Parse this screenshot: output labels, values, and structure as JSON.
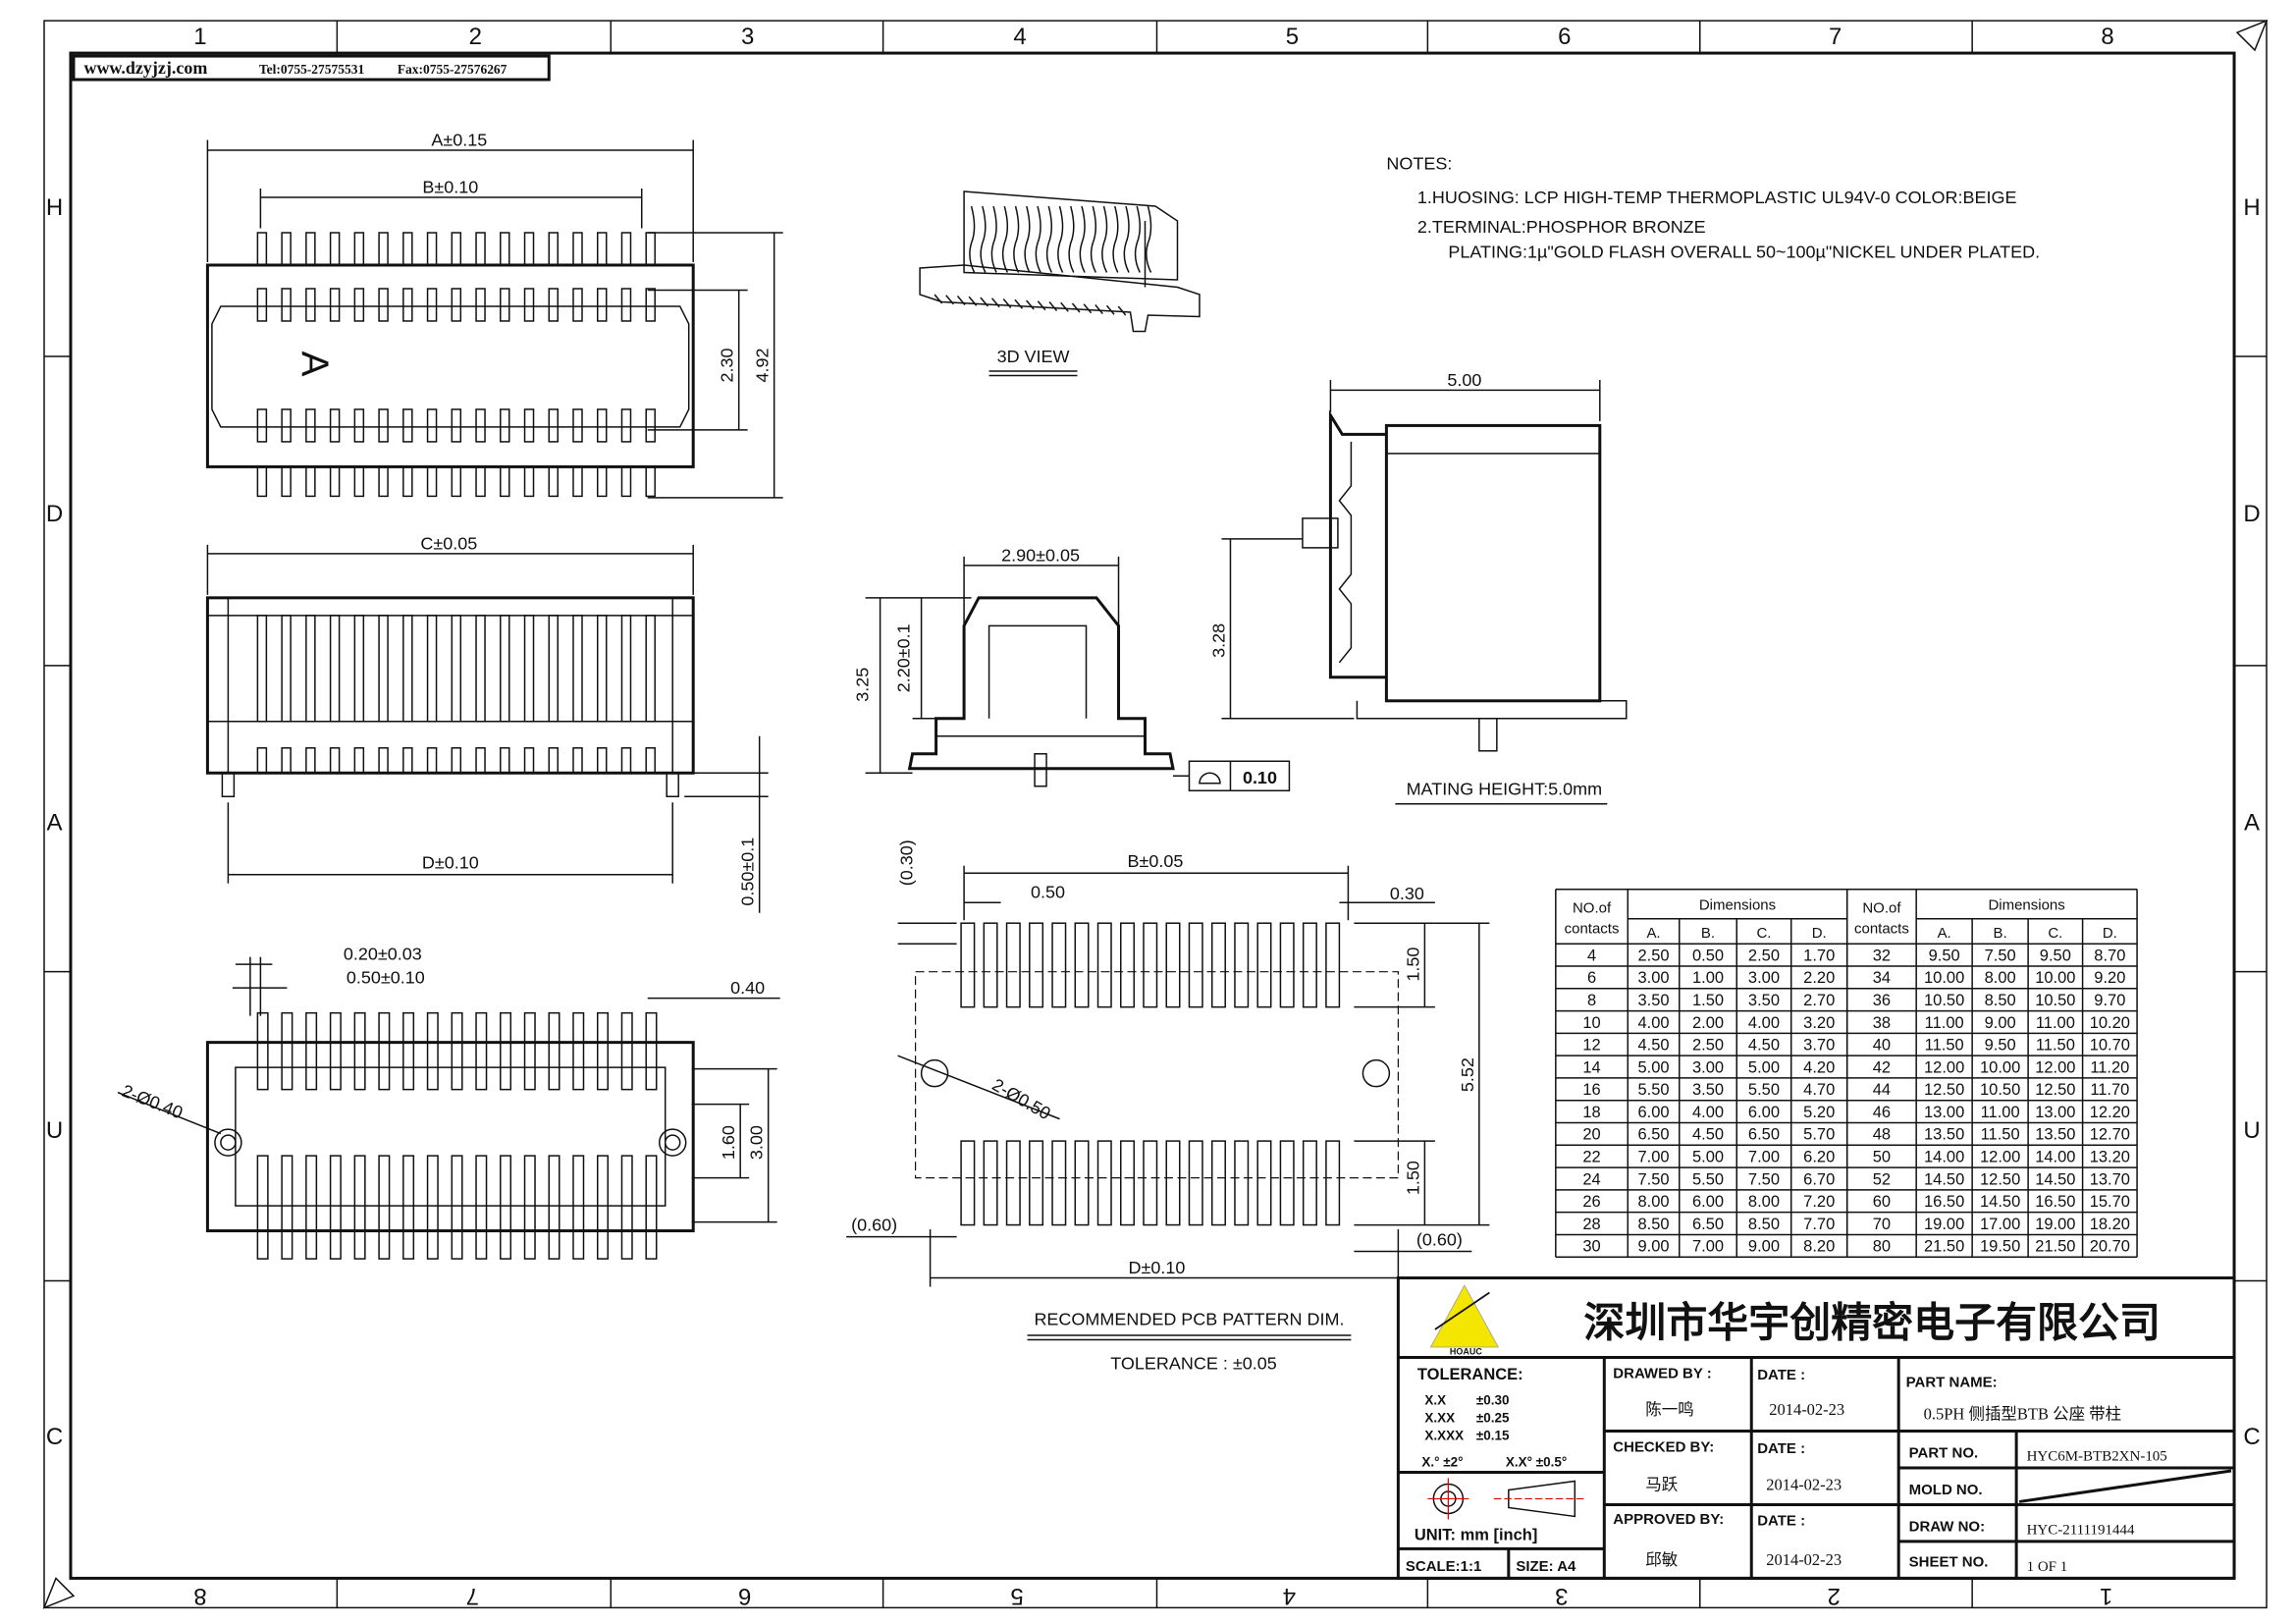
{
  "header": {
    "website": "www.dzyjzj.com",
    "tel": "Tel:0755-27575531",
    "fax": "Fax:0755-27576267"
  },
  "frame": {
    "columns_top": [
      "1",
      "2",
      "3",
      "4",
      "5",
      "6",
      "7",
      "8"
    ],
    "columns_bottom": [
      "8",
      "7",
      "6",
      "5",
      "4",
      "3",
      "2",
      "1"
    ],
    "rows": [
      "H",
      "D",
      "A",
      "U",
      "C"
    ]
  },
  "notes": {
    "title": "NOTES:",
    "line1": "1.HUOSING: LCP HIGH-TEMP THERMOPLASTIC UL94V-0   COLOR:BEIGE",
    "line2": "2.TERMINAL:PHOSPHOR BRONZE",
    "line3": "PLATING:1µ\"GOLD FLASH  OVERALL 50~100µ\"NICKEL UNDER PLATED."
  },
  "top_view": {
    "dim_a": "A±0.15",
    "dim_b": "B±0.10",
    "dim_230": "2.30",
    "dim_492": "4.92",
    "marker": "A"
  },
  "front_view": {
    "dim_c": "C±0.05",
    "dim_d": "D±0.10",
    "dim_050": "0.50±0.1"
  },
  "bottom_view": {
    "dim_020": "0.20±0.03",
    "dim_050": "0.50±0.10",
    "dim_040": "0.40",
    "hole": "2-Ø0.40",
    "dim_160": "1.60",
    "dim_300": "3.00"
  },
  "iso_view": {
    "label": "3D  VIEW"
  },
  "section_view": {
    "dim_290": "2.90±0.05",
    "dim_325": "3.25",
    "dim_220": "2.20±0.1",
    "flatness": "0.10"
  },
  "side_view": {
    "dim_500": "5.00",
    "dim_328": "3.28",
    "mating": "MATING HEIGHT:5.0mm"
  },
  "pcb_pattern": {
    "dim_030p": "(0.30)",
    "dim_b": "B±0.05",
    "dim_050": "0.50",
    "dim_030": "0.30",
    "dim_150a": "1.50",
    "dim_552": "5.52",
    "hole": "2-Ø0.50",
    "dim_150b": "1.50",
    "dim_060l": "(0.60)",
    "dim_060r": "(0.60)",
    "dim_d": "D±0.10",
    "title": "RECOMMENDED PCB PATTERN DIM.",
    "tolerance": "TOLERANCE : ±0.05"
  },
  "dim_table": {
    "h_contacts": [
      "NO.of",
      "contacts"
    ],
    "h_dimensions": "Dimensions",
    "cols": [
      "A.",
      "B.",
      "C.",
      "D."
    ],
    "left": [
      [
        "4",
        "2.50",
        "0.50",
        "2.50",
        "1.70"
      ],
      [
        "6",
        "3.00",
        "1.00",
        "3.00",
        "2.20"
      ],
      [
        "8",
        "3.50",
        "1.50",
        "3.50",
        "2.70"
      ],
      [
        "10",
        "4.00",
        "2.00",
        "4.00",
        "3.20"
      ],
      [
        "12",
        "4.50",
        "2.50",
        "4.50",
        "3.70"
      ],
      [
        "14",
        "5.00",
        "3.00",
        "5.00",
        "4.20"
      ],
      [
        "16",
        "5.50",
        "3.50",
        "5.50",
        "4.70"
      ],
      [
        "18",
        "6.00",
        "4.00",
        "6.00",
        "5.20"
      ],
      [
        "20",
        "6.50",
        "4.50",
        "6.50",
        "5.70"
      ],
      [
        "22",
        "7.00",
        "5.00",
        "7.00",
        "6.20"
      ],
      [
        "24",
        "7.50",
        "5.50",
        "7.50",
        "6.70"
      ],
      [
        "26",
        "8.00",
        "6.00",
        "8.00",
        "7.20"
      ],
      [
        "28",
        "8.50",
        "6.50",
        "8.50",
        "7.70"
      ],
      [
        "30",
        "9.00",
        "7.00",
        "9.00",
        "8.20"
      ]
    ],
    "right": [
      [
        "32",
        "9.50",
        "7.50",
        "9.50",
        "8.70"
      ],
      [
        "34",
        "10.00",
        "8.00",
        "10.00",
        "9.20"
      ],
      [
        "36",
        "10.50",
        "8.50",
        "10.50",
        "9.70"
      ],
      [
        "38",
        "11.00",
        "9.00",
        "11.00",
        "10.20"
      ],
      [
        "40",
        "11.50",
        "9.50",
        "11.50",
        "10.70"
      ],
      [
        "42",
        "12.00",
        "10.00",
        "12.00",
        "11.20"
      ],
      [
        "44",
        "12.50",
        "10.50",
        "12.50",
        "11.70"
      ],
      [
        "46",
        "13.00",
        "11.00",
        "13.00",
        "12.20"
      ],
      [
        "48",
        "13.50",
        "11.50",
        "13.50",
        "12.70"
      ],
      [
        "50",
        "14.00",
        "12.00",
        "14.00",
        "13.20"
      ],
      [
        "52",
        "14.50",
        "12.50",
        "14.50",
        "13.70"
      ],
      [
        "60",
        "16.50",
        "14.50",
        "16.50",
        "15.70"
      ],
      [
        "70",
        "19.00",
        "17.00",
        "19.00",
        "18.20"
      ],
      [
        "80",
        "21.50",
        "19.50",
        "21.50",
        "20.70"
      ]
    ]
  },
  "title_block": {
    "logo_text": "HOAUC",
    "logo_color": "#f5e600",
    "company": "深圳市华宇创精密电子有限公司",
    "tolerance_label": "TOLERANCE:",
    "tol_x": "X.X",
    "tol_x_val": "±0.30",
    "tol_xx": "X.XX",
    "tol_xx_val": "±0.25",
    "tol_xxx": "X.XXX",
    "tol_xxx_val": "±0.15",
    "tol_ang1": "X.°  ±2°",
    "tol_ang2": "X.X°  ±0.5°",
    "unit": "UNIT:  mm  [inch]",
    "scale": "SCALE:1:1",
    "size": "SIZE: A4",
    "drawed_by_label": "DRAWED  BY :",
    "drawed_by": "陈一鸣",
    "checked_by_label": "CHECKED  BY:",
    "checked_by": "马跃",
    "approved_by_label": "APPROVED  BY:",
    "approved_by": "邱敏",
    "date_label": "DATE  :",
    "date1": "2014-02-23",
    "date2": "2014-02-23",
    "date3": "2014-02-23",
    "part_name_label": "PART  NAME:",
    "part_name": "0.5PH 侧插型BTB 公座 带柱",
    "part_no_label": "PART  NO.",
    "part_no": "HYC6M-BTB2XN-105",
    "mold_no_label": "MOLD  NO.",
    "draw_no_label": "DRAW  NO:",
    "draw_no": "HYC-2111191444",
    "sheet_no_label": "SHEET  NO.",
    "sheet_no": "1  OF  1"
  }
}
